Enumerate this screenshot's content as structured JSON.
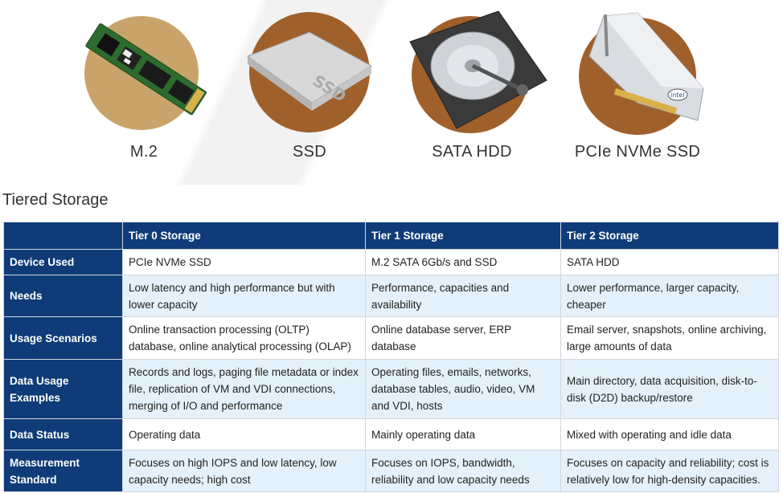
{
  "devices": [
    {
      "label": "M.2",
      "icon": "m2-module-icon",
      "circle_color": "#c9a46a"
    },
    {
      "label": "SSD",
      "icon": "ssd-drive-icon",
      "circle_color": "#a0602c"
    },
    {
      "label": "SATA HDD",
      "icon": "hard-disk-icon",
      "circle_color": "#a0602c"
    },
    {
      "label": "PCIe NVMe SSD",
      "icon": "pcie-card-icon",
      "circle_color": "#a0602c"
    }
  ],
  "section_title": "Tiered Storage",
  "table": {
    "headers": [
      "",
      "Tier 0 Storage",
      "Tier 1 Storage",
      "Tier 2 Storage"
    ],
    "rows": [
      {
        "label": "Device Used",
        "cells": [
          "PCIe NVMe SSD",
          "M.2 SATA 6Gb/s and SSD",
          "SATA HDD"
        ]
      },
      {
        "label": "Needs",
        "cells": [
          "Low latency and high performance but with lower capacity",
          "Performance, capacities and availability",
          "Lower performance, larger capacity, cheaper"
        ]
      },
      {
        "label": "Usage Scenarios",
        "cells": [
          "Online transaction processing (OLTP) database, online analytical processing (OLAP)",
          "Online database server, ERP database",
          "Email server, snapshots, online archiving, large amounts of data"
        ]
      },
      {
        "label": "Data Usage Examples",
        "cells": [
          "Records and logs, paging file metadata or index file, replication of VM and VDI connections, merging of I/O and performance",
          "Operating files, emails, networks, database tables, audio, video, VM and VDI, hosts",
          "Main directory, data acquisition, disk-to-disk (D2D) backup/restore"
        ]
      },
      {
        "label": "Data Status",
        "cells": [
          "Operating data",
          "Mainly operating data",
          "Mixed with operating and idle data"
        ]
      },
      {
        "label": "Measurement Standard",
        "cells": [
          "Focuses on high IOPS and low latency, low capacity needs; high cost",
          "Focuses on IOPS, bandwidth, reliability and low capacity needs",
          "Focuses on capacity and reliability; cost is relatively low for high-density capacities."
        ]
      }
    ]
  },
  "colors": {
    "header_blue": "#0f3c78",
    "row_alt": "#e4f1fa",
    "border": "#d2d7df"
  }
}
